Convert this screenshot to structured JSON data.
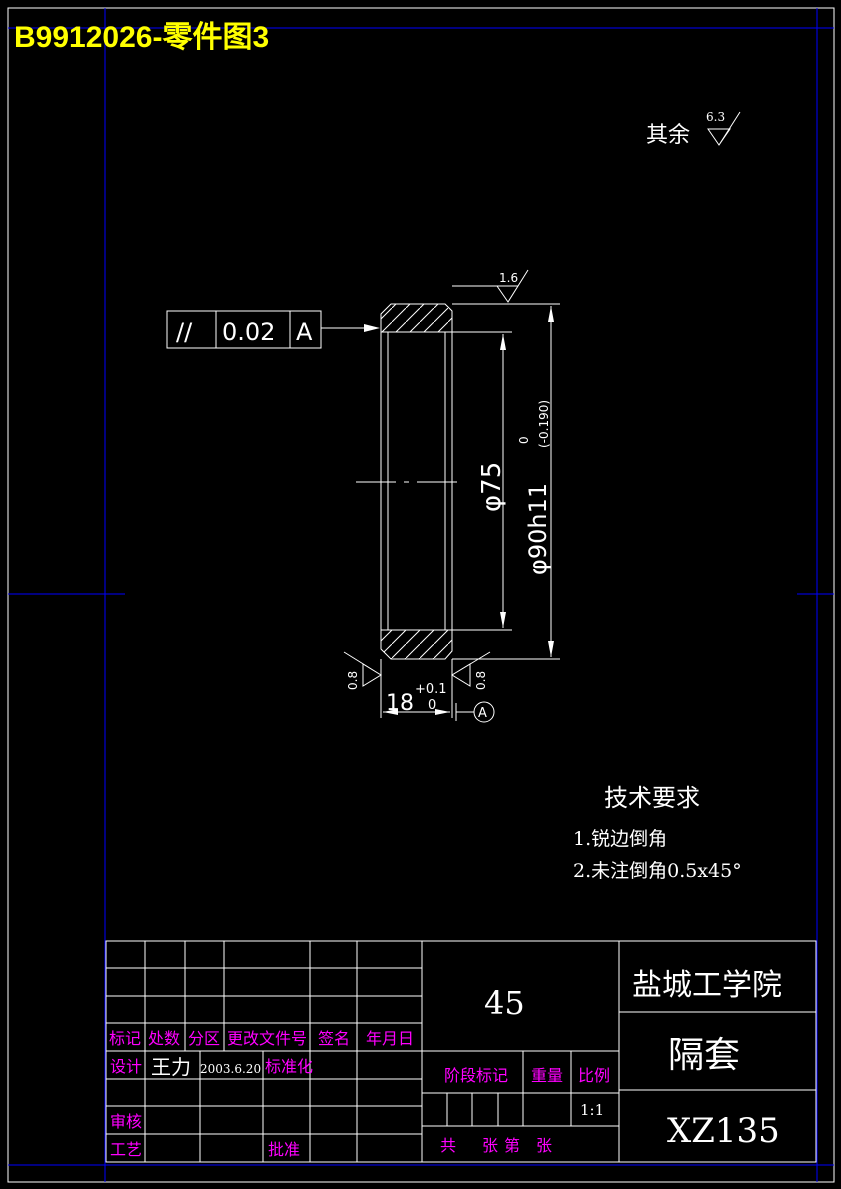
{
  "title": "B9912026-零件图3",
  "roughness": {
    "rest_label": "其余",
    "rest_value": "6.3",
    "top_value": "1.6",
    "left_value": "0.8",
    "right_value": "0.8"
  },
  "tolerance_frame": {
    "symbol": "//",
    "value": "0.02",
    "datum": "A"
  },
  "dimensions": {
    "inner_diameter": "φ75",
    "outer_diameter": "φ90h11",
    "outer_upper_dev": "0",
    "outer_lower_dev": "(-0.190)",
    "width": "18",
    "width_upper_dev": "+0.1",
    "width_lower_dev": "0",
    "datum_label": "A"
  },
  "tech_requirements": {
    "heading": "技术要求",
    "items": [
      "1.锐边倒角",
      "2.未注倒角0.5x45°"
    ]
  },
  "title_block": {
    "headers": [
      "标记",
      "处数",
      "分区",
      "更改文件号",
      "签名",
      "年月日"
    ],
    "design_label": "设计",
    "designer": "王力",
    "design_date": "2003.6.20",
    "standard_label": "标准化",
    "review_label": "审核",
    "process_label": "工艺",
    "approve_label": "批准",
    "material": "45",
    "stage_label": "阶段标记",
    "weight_label": "重量",
    "scale_label": "比例",
    "scale": "1:1",
    "total_label": "共",
    "sheets_label": "张",
    "sheet_no_label": "第",
    "sheet_label": "张",
    "school": "盐城工学院",
    "part_name": "隔套",
    "drawing_no": "XZ135"
  }
}
